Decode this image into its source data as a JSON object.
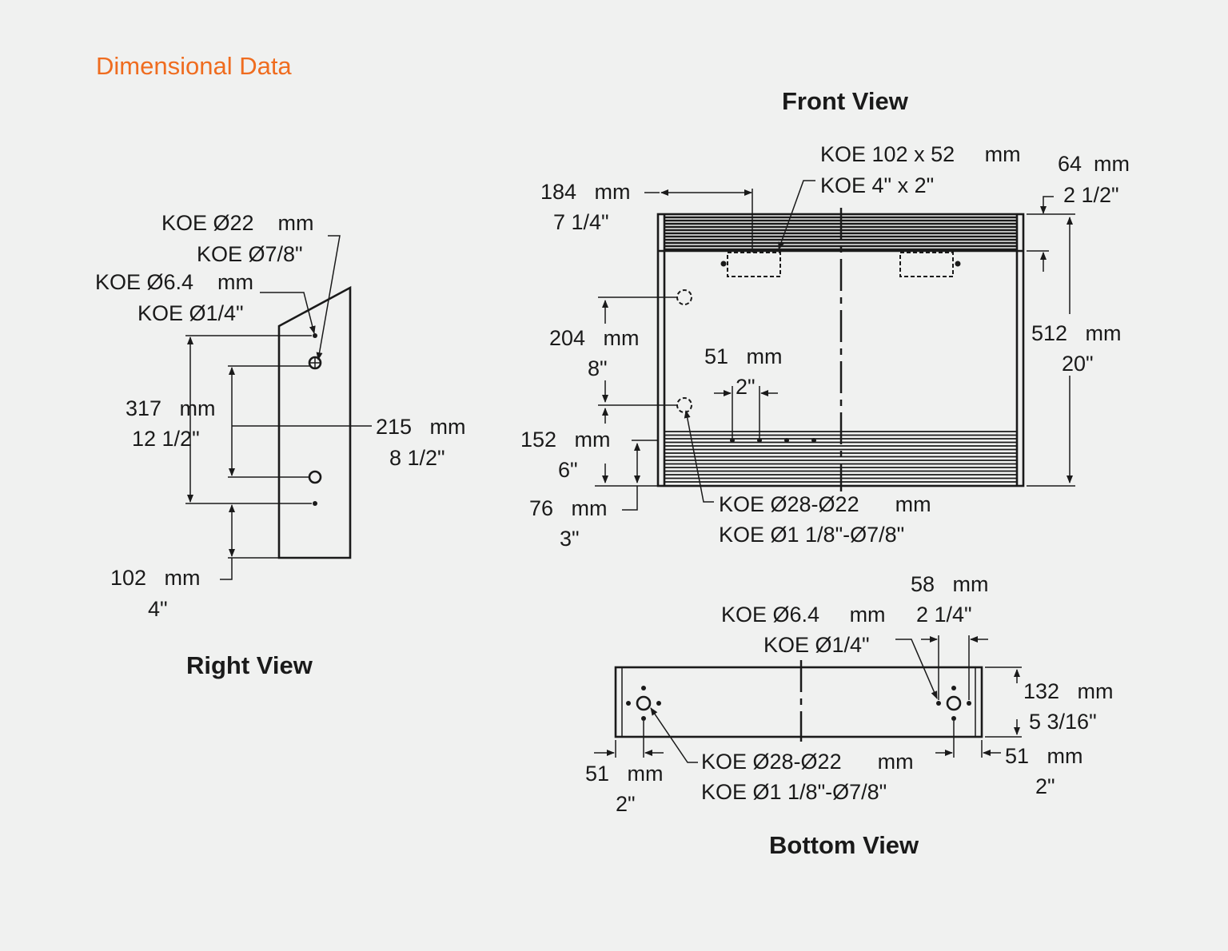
{
  "title": "Dimensional Data",
  "views": {
    "front": "Front View",
    "right": "Right View",
    "bottom": "Bottom View"
  },
  "right_view": {
    "koe22_mm": "KOE Ø22    mm",
    "koe22_in": "KOE Ø7/8\"",
    "koe64_mm": "KOE Ø6.4    mm",
    "koe64_in": "KOE Ø1/4\"",
    "d317_mm": "317   mm",
    "d317_in": "12 1/2\"",
    "d215_mm": "215   mm",
    "d215_in": "8 1/2\"",
    "d102_mm": "102   mm",
    "d102_in": "4\""
  },
  "front_view": {
    "koe102_mm": "KOE 102 x 52     mm",
    "koe102_in": "KOE 4\" x 2\"",
    "d64_mm": "64  mm",
    "d64_in": "2 1/2\"",
    "d184_mm": "184   mm",
    "d184_in": "7 1/4\"",
    "d204_mm": "204   mm",
    "d204_in": "8\"",
    "d51_mm": "51   mm",
    "d51_in": "2\"",
    "d512_mm": "512   mm",
    "d512_in": "20\"",
    "d152_mm": "152   mm",
    "d152_in": "6\"",
    "d76_mm": "76   mm",
    "d76_in": "3\"",
    "koe28_mm": "KOE Ø28-Ø22      mm",
    "koe28_in": "KOE Ø1 1/8\"-Ø7/8\""
  },
  "bottom_view": {
    "d58_mm": "58   mm",
    "d58_in": "2 1/4\"",
    "koe64_mm": "KOE Ø6.4     mm",
    "koe64_in": "KOE Ø1/4\"",
    "d132_mm": "132   mm",
    "d132_in": "5 3/16\"",
    "d51r_mm": "51   mm",
    "d51r_in": "2\"",
    "d51l_mm": "51   mm",
    "d51l_in": "2\"",
    "koe28_mm": "KOE Ø28-Ø22      mm",
    "koe28_in": "KOE Ø1 1/8\"-Ø7/8\""
  }
}
